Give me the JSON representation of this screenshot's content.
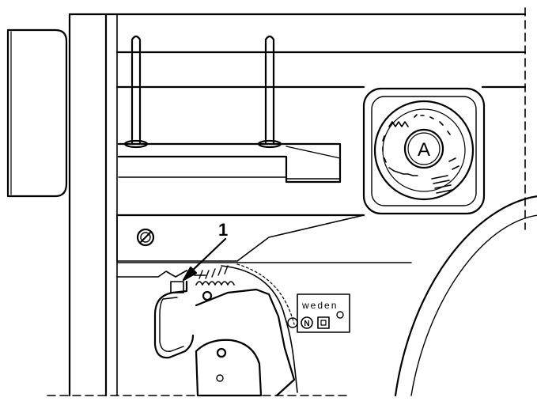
{
  "diagram": {
    "callout_number": "1",
    "panel_text": "weden",
    "dial_letter": "A",
    "panel_glyphs": [
      "N"
    ],
    "colors": {
      "ink": "#000000",
      "paper": "#ffffff"
    },
    "icons": [
      "screw-icon",
      "arrow-icon",
      "spring-icon",
      "dial-icon"
    ]
  }
}
